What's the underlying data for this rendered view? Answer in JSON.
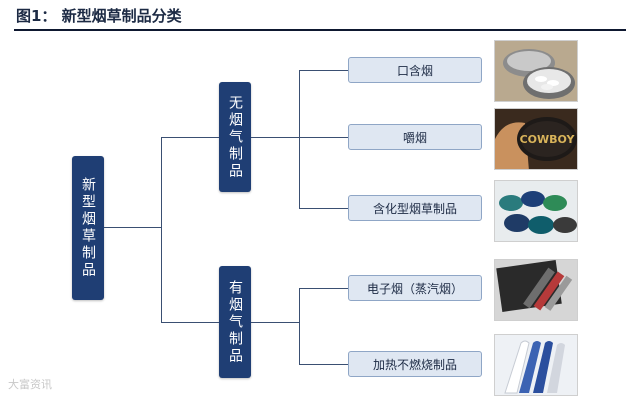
{
  "figure": {
    "title": "图1：  新型烟草制品分类"
  },
  "tree": {
    "root": "新型烟草制品",
    "branches": [
      {
        "label": "无烟气制品",
        "children": [
          "口含烟",
          "嚼烟",
          "含化型烟草制品"
        ]
      },
      {
        "label": "有烟气制品",
        "children": [
          "电子烟（蒸汽烟）",
          "加热不燃烧制品"
        ]
      }
    ]
  },
  "photos": {
    "photo_2_text": "COWBOY"
  },
  "watermark": {
    "text": "大富资讯"
  },
  "colors": {
    "dark_box": "#1f3e74",
    "leaf_fill": "#dfe7f2",
    "leaf_border": "#8fa6c6",
    "connector": "#3a4f72"
  }
}
